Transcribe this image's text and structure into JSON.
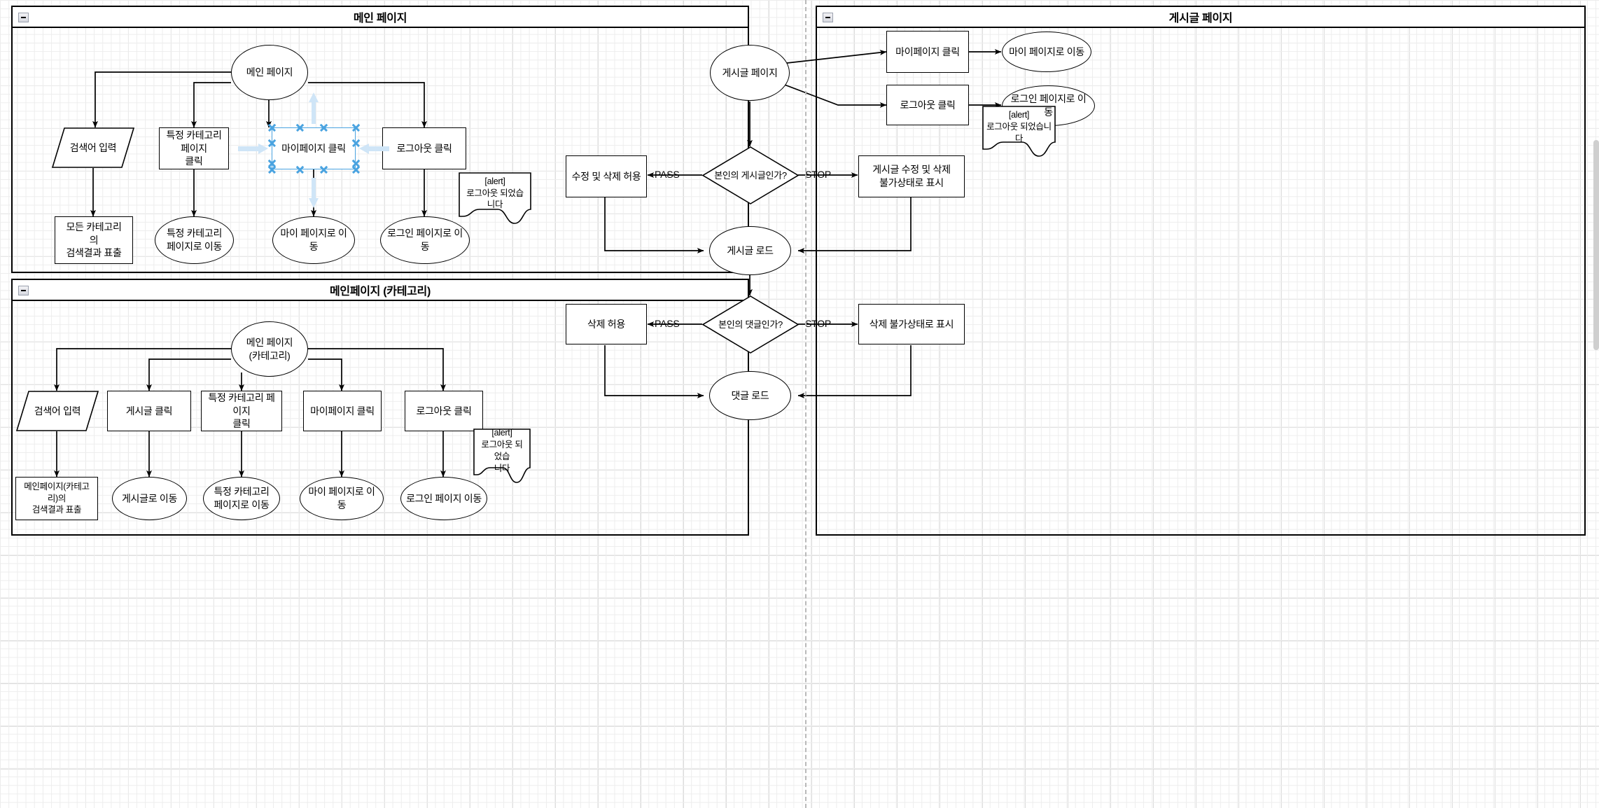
{
  "app": {
    "type": "flowchart-diagram-editor",
    "canvas_background": "#ffffff",
    "grid_color": "#dcdcdc",
    "selection_color": "#4aa3e0",
    "ghost_arrow_color": "#cce4f7"
  },
  "panels": [
    {
      "id": "panel-main-page",
      "title": "메인 페이지",
      "collapse_icon": "minus-icon"
    },
    {
      "id": "panel-main-page-category",
      "title": "메인페이지 (카테고리)",
      "collapse_icon": "minus-icon"
    },
    {
      "id": "panel-post-page",
      "title": "게시글 페이지",
      "collapse_icon": "minus-icon"
    }
  ],
  "nodes": {
    "p1": [
      {
        "id": "p1-start",
        "shape": "ellipse",
        "label": "메인 페이지"
      },
      {
        "id": "p1-search",
        "shape": "parallelogram",
        "label": "검색어 입력"
      },
      {
        "id": "p1-cat",
        "shape": "rect",
        "label": "특정 카테고리 페이지\n클릭"
      },
      {
        "id": "p1-mypage",
        "shape": "rect",
        "label": "마이페이지 클릭",
        "selected": true
      },
      {
        "id": "p1-logout",
        "shape": "rect",
        "label": "로그아웃 클릭"
      },
      {
        "id": "p1-alert",
        "shape": "note",
        "label": "[alert]\n로그아웃 되었습니다"
      },
      {
        "id": "p1-allcat",
        "shape": "rect",
        "label": "모든 카테고리\n의\n검색결과 표출"
      },
      {
        "id": "p1-gocat",
        "shape": "ellipse",
        "label": "특정 카테고리\n페이지로 이동"
      },
      {
        "id": "p1-gomypage",
        "shape": "ellipse",
        "label": "마이 페이지로 이동"
      },
      {
        "id": "p1-gologin",
        "shape": "ellipse",
        "label": "로그인 페이지로 이동"
      }
    ],
    "p2": [
      {
        "id": "p2-start",
        "shape": "ellipse",
        "label": "메인 페이지\n(카테고리)"
      },
      {
        "id": "p2-search",
        "shape": "parallelogram",
        "label": "검색어 입력"
      },
      {
        "id": "p2-post",
        "shape": "rect",
        "label": "게시글 클릭"
      },
      {
        "id": "p2-cat",
        "shape": "rect",
        "label": "특정 카테고리 페이지\n클릭"
      },
      {
        "id": "p2-mypage",
        "shape": "rect",
        "label": "마이페이지 클릭"
      },
      {
        "id": "p2-logout",
        "shape": "rect",
        "label": "로그아웃 클릭"
      },
      {
        "id": "p2-alert",
        "shape": "note",
        "label": "[alert]\n로그아웃 되었습\n니다"
      },
      {
        "id": "p2-result",
        "shape": "rect",
        "label": "메인페이지(카테고리)의\n검색결과 표출"
      },
      {
        "id": "p2-gopost",
        "shape": "ellipse",
        "label": "게시글로 이동"
      },
      {
        "id": "p2-gocat",
        "shape": "ellipse",
        "label": "특정 카테고리\n페이지로 이동"
      },
      {
        "id": "p2-gomypage",
        "shape": "ellipse",
        "label": "마이 페이지로 이동"
      },
      {
        "id": "p2-gologin",
        "shape": "ellipse",
        "label": "로그인 페이지 이동"
      }
    ],
    "p3": [
      {
        "id": "p3-start",
        "shape": "ellipse",
        "label": "게시글 페이지"
      },
      {
        "id": "p3-mypage",
        "shape": "rect",
        "label": "마이페이지 클릭"
      },
      {
        "id": "p3-gomypage",
        "shape": "ellipse",
        "label": "마이 페이지로 이동"
      },
      {
        "id": "p3-logout",
        "shape": "rect",
        "label": "로그아웃 클릭"
      },
      {
        "id": "p3-gologin",
        "shape": "ellipse",
        "label": "로그인 페이지로 이동"
      },
      {
        "id": "p3-alert",
        "shape": "note",
        "label": "[alert]\n로그아웃 되었습니다"
      },
      {
        "id": "p3-q1",
        "shape": "diamond",
        "label": "본인의 게시글인가?"
      },
      {
        "id": "p3-allow1",
        "shape": "rect",
        "label": "수정 및 삭제 허용"
      },
      {
        "id": "p3-deny1",
        "shape": "rect",
        "label": "게시글 수정 및 삭제\n불가상태로 표시"
      },
      {
        "id": "p3-loadpost",
        "shape": "ellipse",
        "label": "게시글 로드"
      },
      {
        "id": "p3-q2",
        "shape": "diamond",
        "label": "본인의 댓글인가?"
      },
      {
        "id": "p3-allow2",
        "shape": "rect",
        "label": "삭제 허용"
      },
      {
        "id": "p3-deny2",
        "shape": "rect",
        "label": "삭제 불가상태로 표시"
      },
      {
        "id": "p3-loadcomment",
        "shape": "ellipse",
        "label": "댓글 로드"
      }
    ]
  },
  "edge_labels": [
    {
      "id": "p3-q1-pass",
      "text": "PASS"
    },
    {
      "id": "p3-q1-stop",
      "text": "STOP"
    },
    {
      "id": "p3-q2-pass",
      "text": "PASS"
    },
    {
      "id": "p3-q2-stop",
      "text": "STOP"
    }
  ]
}
